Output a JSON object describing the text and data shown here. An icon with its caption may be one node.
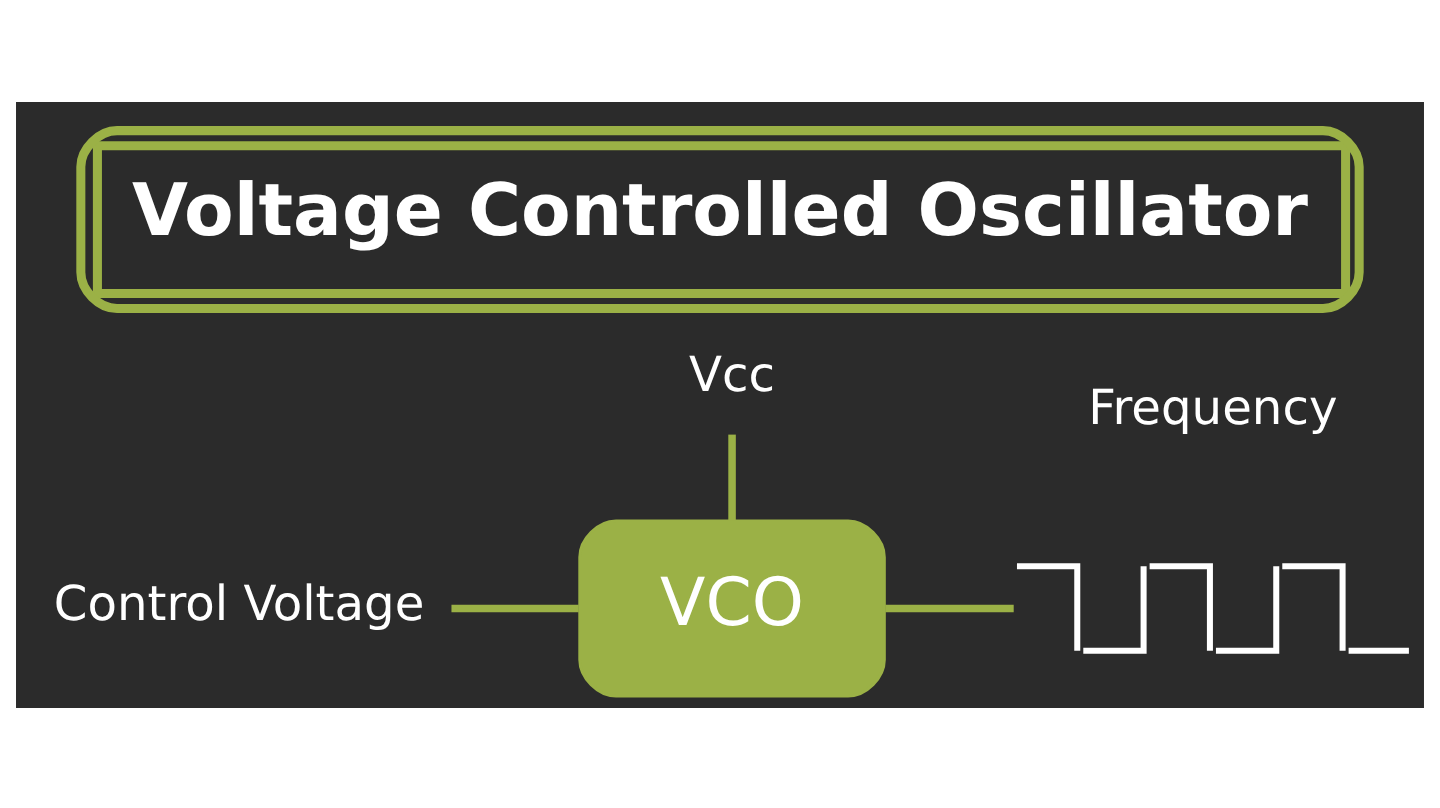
{
  "diagram": {
    "title": "Voltage Controlled Oscillator",
    "nodes": [
      {
        "text": [
          "Vcc"
        ]
      },
      {
        "text": [
          "Control Voltage"
        ]
      },
      {
        "text": [
          "VCO"
        ]
      },
      {
        "text": [],
        "shape": "picture",
        "beside": [
          "Frequency"
        ]
      }
    ],
    "edges": [
      {
        "from": 0,
        "to": 2,
        "arrow": "none"
      },
      {
        "from": 1,
        "to": 2,
        "arrow": "none"
      },
      {
        "from": 2,
        "to": 3,
        "arrow": "none"
      }
    ]
  }
}
